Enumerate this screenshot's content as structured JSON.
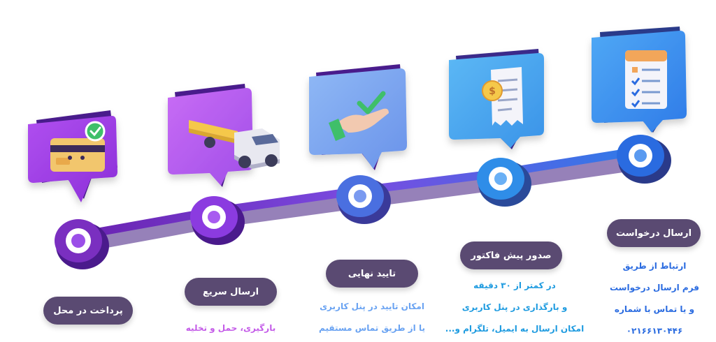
{
  "steps": [
    {
      "title": "پرداخت در محل",
      "lines": [],
      "icon": "payment-card-icon",
      "color": "#7a2fc0"
    },
    {
      "title": "ارسال سریع",
      "lines": [
        "بارگیری، حمل و تخلیه"
      ],
      "icon": "truck-icon",
      "color": "#8b3be0"
    },
    {
      "title": "تایید نهایی",
      "lines": [
        "امکان تایید در پنل کاربری",
        "یا از طریق تماس مستقیم"
      ],
      "icon": "hand-check-icon",
      "color": "#4a6fe0"
    },
    {
      "title": "صدور پیش فاکتور",
      "lines": [
        "در کمتر از ۳۰ دقیقه",
        "و بارگذاری در پنل کاربری",
        "امکان ارسال به ایمیل، تلگرام و..."
      ],
      "icon": "invoice-icon",
      "color": "#2f8de8"
    },
    {
      "title": "ارسال درخواست",
      "lines": [
        "ارتباط از طریق",
        "فرم ارسال درخواست",
        "و یا تماس با شماره",
        "۰۲۱۶۶۱۳۰۴۴۶"
      ],
      "icon": "request-form-icon",
      "color": "#2a6be0"
    }
  ]
}
